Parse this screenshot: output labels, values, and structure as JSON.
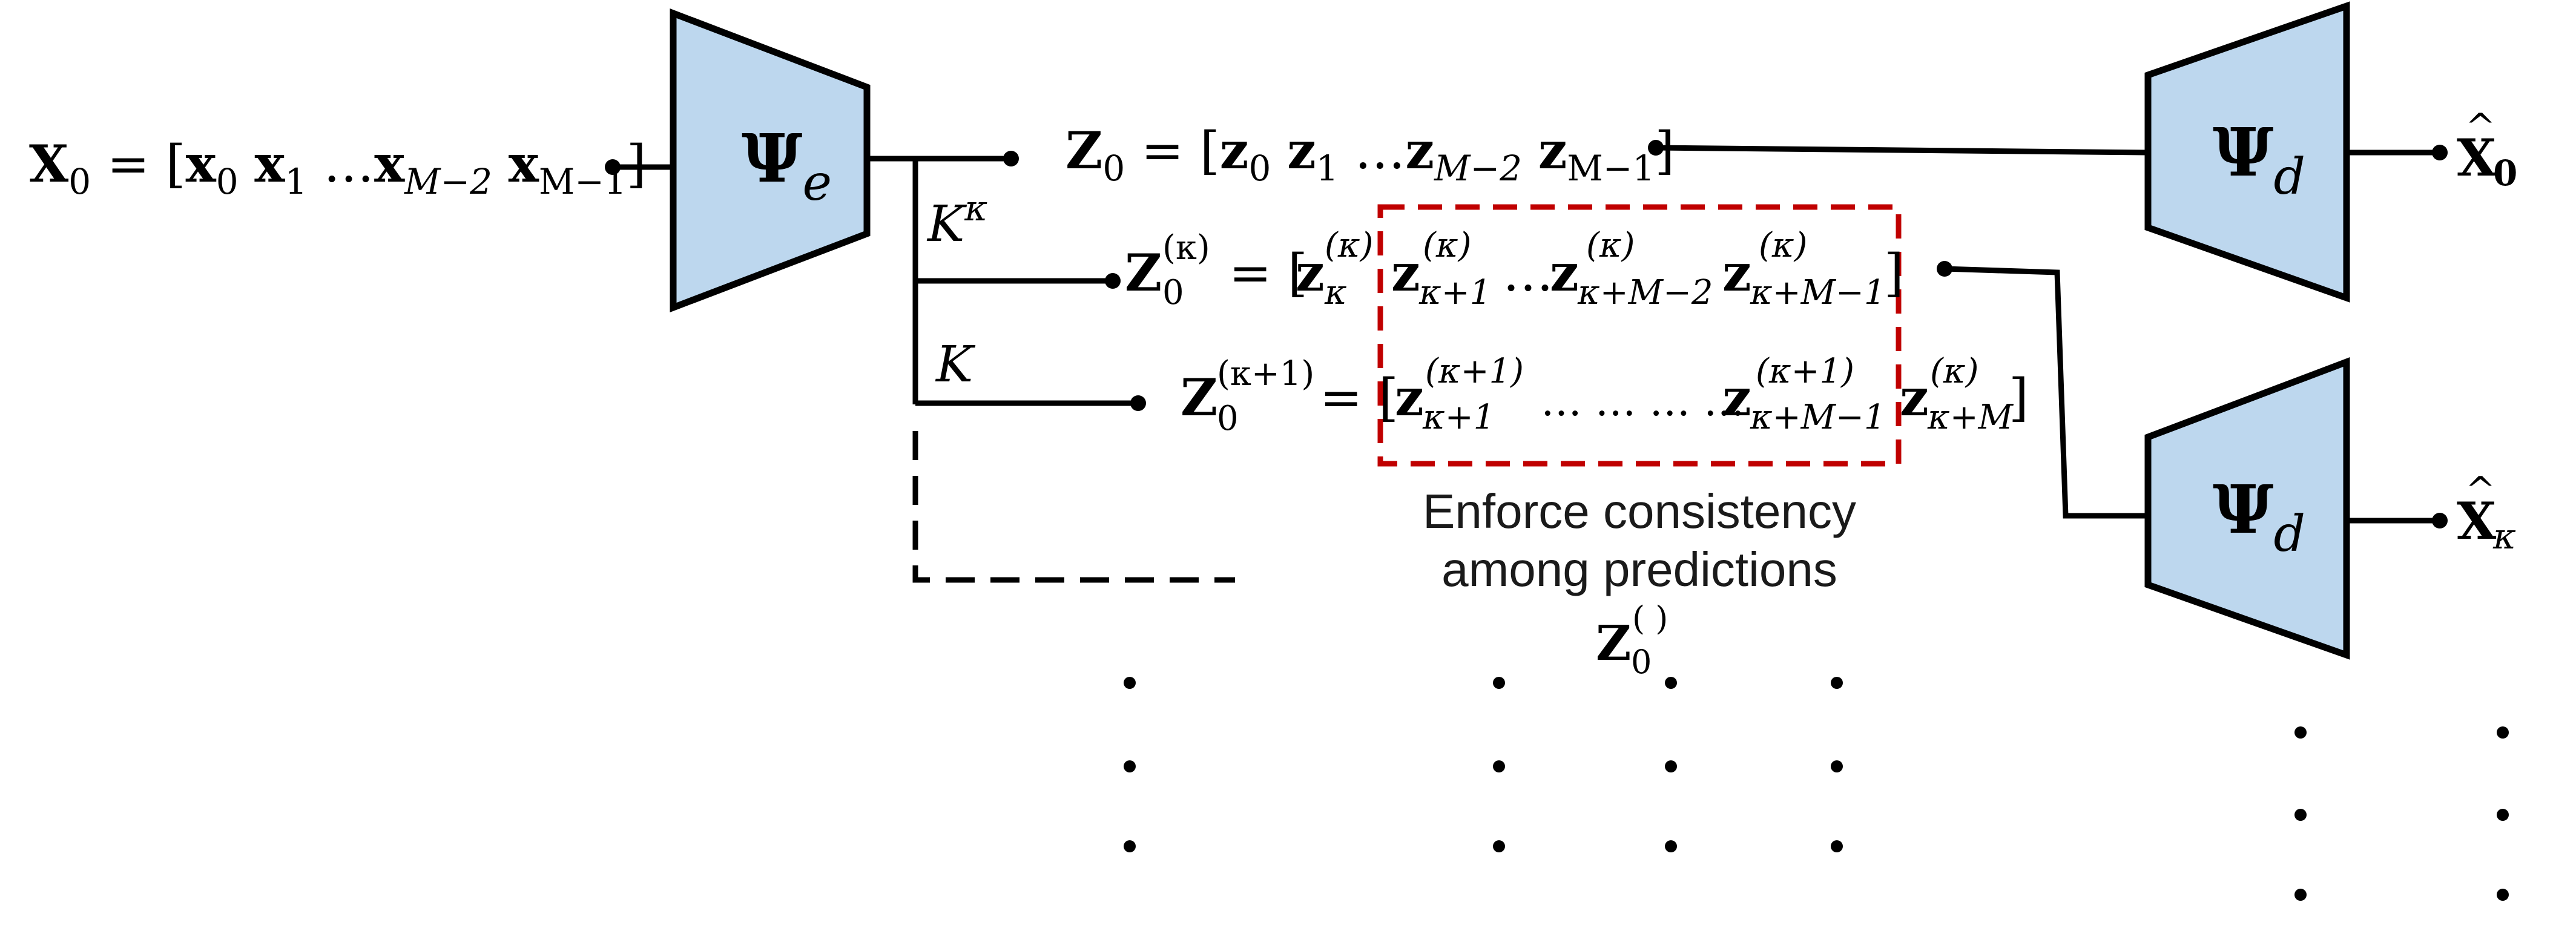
{
  "colors": {
    "block_fill": "#bdd7ee",
    "block_stroke": "#000000",
    "highlight_box": "#c00000",
    "line": "#000000"
  },
  "blocks": {
    "encoder": {
      "symbol": "Ψ",
      "subscript": "e"
    },
    "decoder_top": {
      "symbol": "Ψ",
      "subscript": "d"
    },
    "decoder_bottom": {
      "symbol": "Ψ",
      "subscript": "d"
    }
  },
  "input": {
    "lhs": "X",
    "lhs_sub": "0",
    "eq": " = [",
    "terms": [
      {
        "base": "x",
        "sub": "0"
      },
      {
        "base": "x",
        "sub": "1"
      },
      {
        "ellipsis": "…"
      },
      {
        "base": "x",
        "sub": "M−2"
      },
      {
        "base": "x",
        "sub": "M−1"
      }
    ],
    "close": "]"
  },
  "branch_labels": {
    "first": "K",
    "first_sup": "κ",
    "second": "K"
  },
  "z0": {
    "lhs": "Z",
    "lhs_sub": "0",
    "eq": " = [",
    "terms": [
      {
        "base": "z",
        "sub": "0"
      },
      {
        "base": "z",
        "sub": "1"
      },
      {
        "ellipsis": "…"
      },
      {
        "base": "z",
        "sub": "M−2"
      },
      {
        "base": "z",
        "sub": "M−1"
      }
    ],
    "close": "]"
  },
  "zk": {
    "lhs": "Z",
    "lhs_sub": "0",
    "lhs_sup": "(κ)",
    "eq": " = [",
    "terms": [
      {
        "base": "z",
        "sub": "κ",
        "sup": "(κ)"
      },
      {
        "base": "z",
        "sub": "κ+1",
        "sup": "(κ)"
      },
      {
        "ellipsis": "…"
      },
      {
        "base": "z",
        "sub": "κ+M−2",
        "sup": "(κ)"
      },
      {
        "base": "z",
        "sub": "κ+M−1",
        "sup": "(κ)"
      }
    ],
    "close": "]"
  },
  "zk1": {
    "lhs": "Z",
    "lhs_sub": "0",
    "lhs_sup": "(κ+1)",
    "eq": " = [",
    "terms": [
      {
        "base": "z",
        "sub": "κ+1",
        "sup": "(κ+1)"
      },
      {
        "ellipsis": "… … … …"
      },
      {
        "base": "z",
        "sub": "κ+M−1",
        "sup": "(κ+1)"
      },
      {
        "base": "z",
        "sub": "κ+M",
        "sup": "(κ)"
      }
    ],
    "close": "]"
  },
  "caption": {
    "line1": "Enforce consistency",
    "line2": "among predictions",
    "symbol": "Z",
    "symbol_sub": "0",
    "symbol_sup": "( )"
  },
  "outputs": {
    "top": {
      "base": "X",
      "hat": "^",
      "sub": "0"
    },
    "bottom": {
      "base": "X",
      "hat": "^",
      "sub": "κ"
    }
  },
  "continuation_dots": "•"
}
